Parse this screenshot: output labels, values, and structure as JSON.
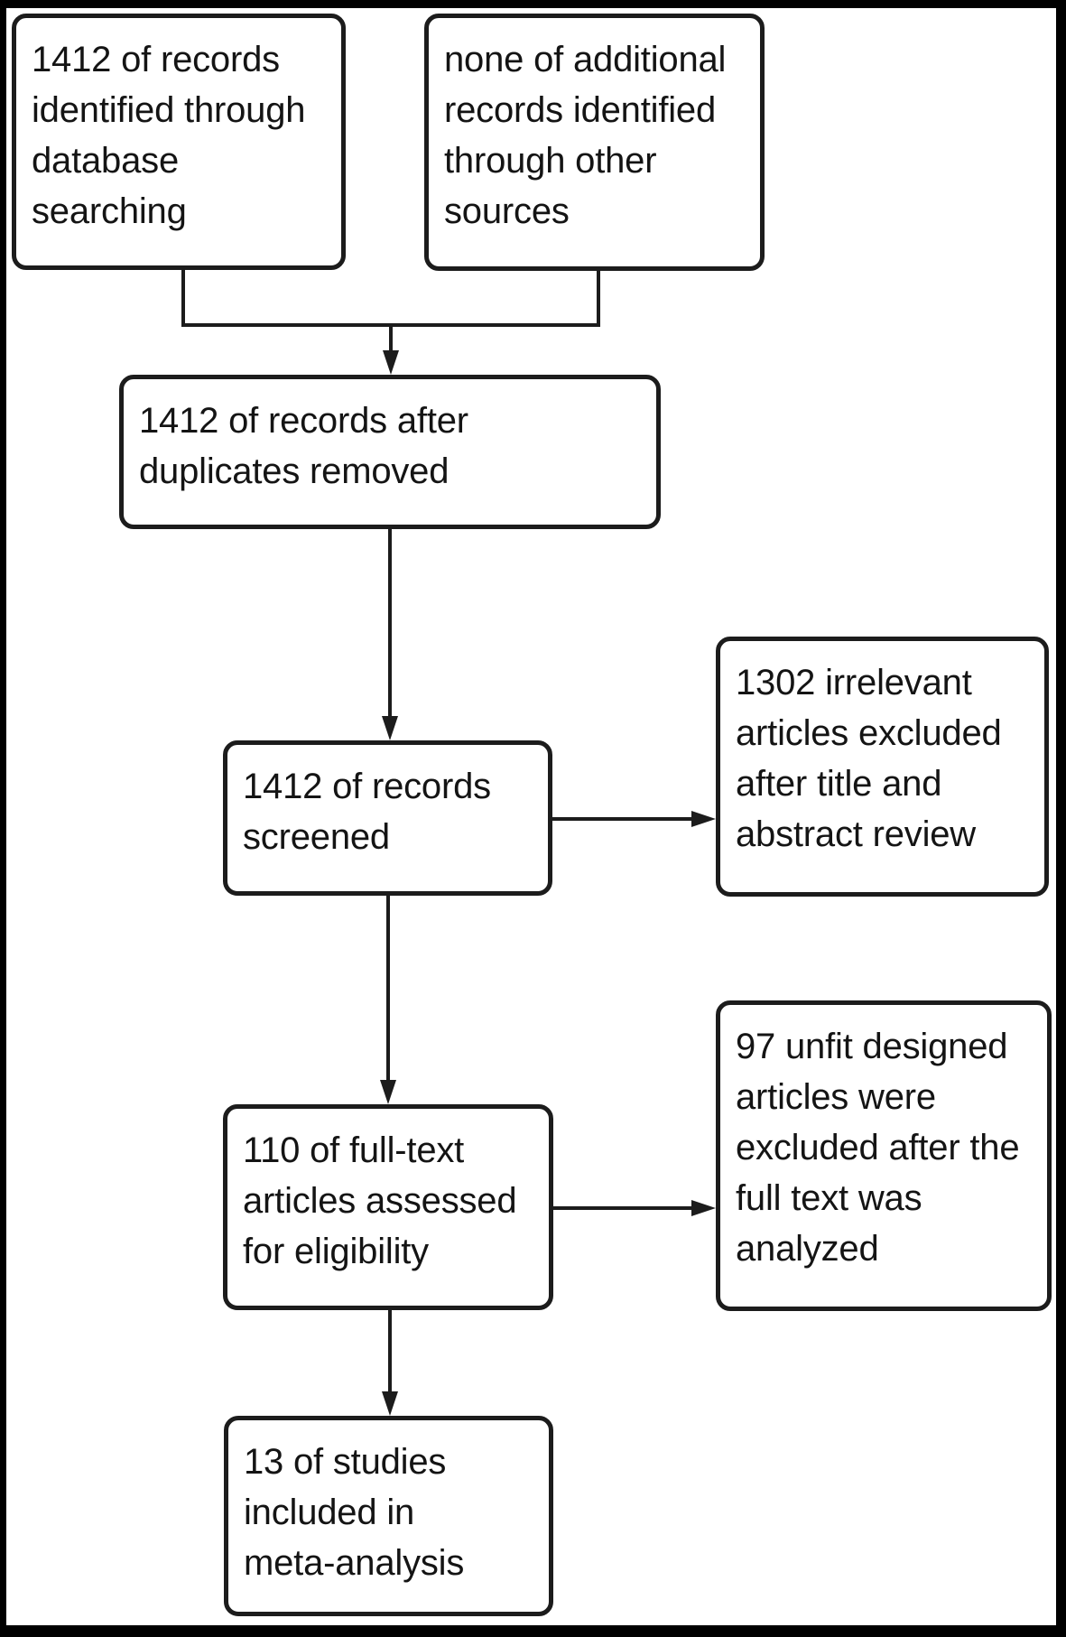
{
  "figure": {
    "type": "flowchart",
    "background_color": "#ffffff",
    "frame_color": "#000000",
    "line_color": "#1c1c1c",
    "boxes": [
      {
        "id": "records-identified",
        "text": "1412 of records\nidentified through\ndatabase\nsearching"
      },
      {
        "id": "additional-records",
        "text": "none of additional\nrecords identified\nthrough other\nsources"
      },
      {
        "id": "duplicates-removed",
        "text": "1412 of records after\nduplicates removed"
      },
      {
        "id": "records-screened",
        "text": "1412 of records\nscreened"
      },
      {
        "id": "irrelevant-excluded",
        "text": "1302 irrelevant\narticles excluded\nafter title and\nabstract review"
      },
      {
        "id": "fulltext-assessed",
        "text": "110 of full-text\narticles assessed\nfor eligibility"
      },
      {
        "id": "unfit-excluded",
        "text": "97 unfit designed\narticles were\nexcluded after the\nfull text was\nanalyzed"
      },
      {
        "id": "included-meta",
        "text": "13 of studies\nincluded in\nmeta-analysis"
      }
    ]
  }
}
